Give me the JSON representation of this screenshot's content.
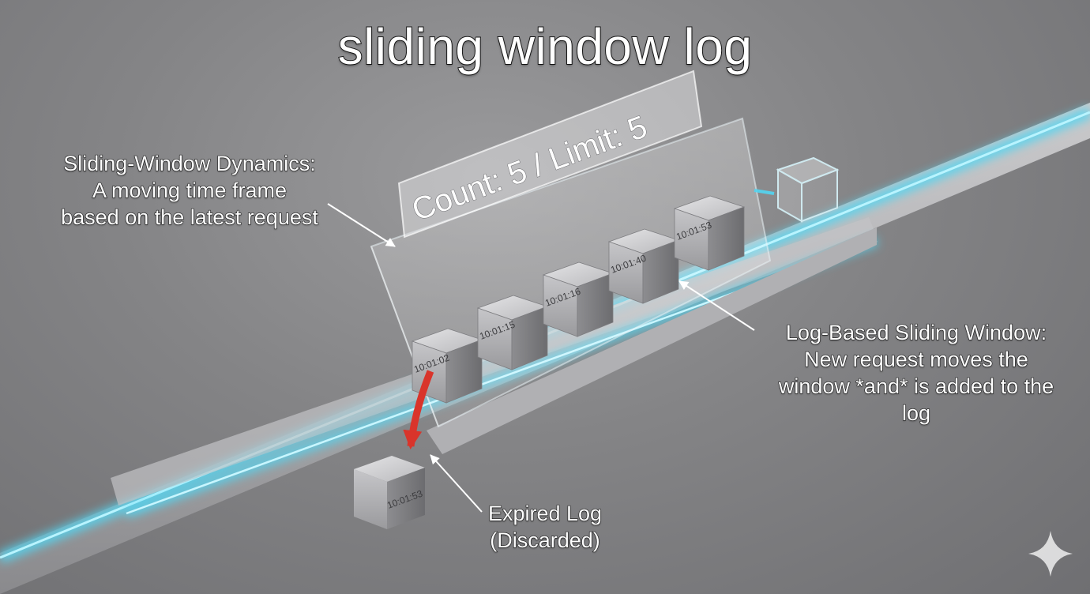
{
  "title": "sliding window log",
  "counter": "Count: 5 / Limit: 5",
  "callouts": {
    "dynamics": [
      "Sliding-Window Dynamics:",
      "A moving time frame",
      "based on the latest request"
    ],
    "log_window": [
      "Log-Based Sliding Window:",
      "New request moves the",
      "window *and* is added to the",
      "log"
    ],
    "expired": [
      "Expired Log",
      "(Discarded)"
    ]
  },
  "window_entries": [
    "10:01:02",
    "10:01:15",
    "10:01:16",
    "10:01:40",
    "10:01:53"
  ],
  "expired_entry": "10:01:53",
  "colors": {
    "rail_glow": "#52d6f2",
    "discard_arrow": "#d9342b",
    "annotation_text": "#ffffff"
  },
  "icons": [
    "sparkle-icon"
  ]
}
